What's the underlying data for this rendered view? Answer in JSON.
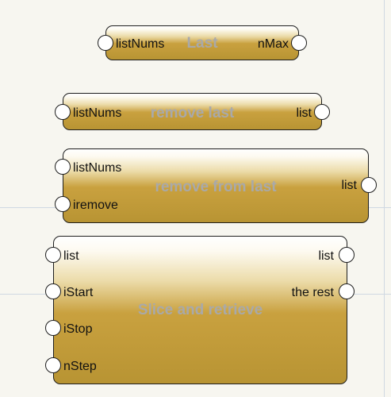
{
  "nodes": [
    {
      "title": "Last",
      "inputs": [
        "listNums"
      ],
      "outputs": [
        "nMax"
      ]
    },
    {
      "title": "remove last",
      "inputs": [
        "listNums"
      ],
      "outputs": [
        "list"
      ]
    },
    {
      "title": "remove from last",
      "inputs": [
        "listNums",
        "iremove"
      ],
      "outputs": [
        "list"
      ]
    },
    {
      "title": "Slice and retrieve",
      "inputs": [
        "list",
        "iStart",
        "iStop",
        "nStep"
      ],
      "outputs": [
        "list",
        "the rest"
      ]
    }
  ],
  "colors": {
    "node_fill_top": "#ffffff",
    "node_fill_bottom": "#b89433",
    "node_title": "#a9a9a9",
    "port_fill": "#ffffff",
    "outline": "#1e1e1e",
    "canvas": "#f7f6f0",
    "grid": "#cfd8e2"
  }
}
